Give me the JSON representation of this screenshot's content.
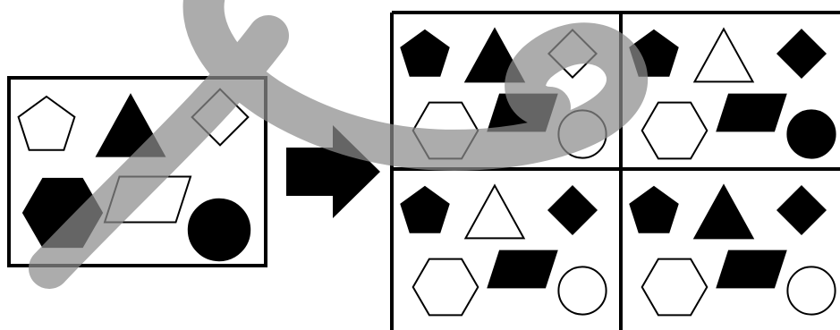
{
  "puzzle": {
    "question_panel": {
      "shapes": [
        {
          "kind": "pentagon",
          "fill": "outline"
        },
        {
          "kind": "triangle",
          "fill": "solid"
        },
        {
          "kind": "diamond",
          "fill": "outline"
        },
        {
          "kind": "hexagon",
          "fill": "solid"
        },
        {
          "kind": "parallelogram",
          "fill": "outline"
        },
        {
          "kind": "circle",
          "fill": "solid"
        }
      ]
    },
    "arrow": {
      "direction": "right",
      "fill": "solid"
    },
    "options": [
      {
        "shapes": [
          {
            "kind": "pentagon",
            "fill": "solid"
          },
          {
            "kind": "triangle",
            "fill": "solid"
          },
          {
            "kind": "diamond",
            "fill": "outline"
          },
          {
            "kind": "hexagon",
            "fill": "outline"
          },
          {
            "kind": "parallelogram",
            "fill": "solid"
          },
          {
            "kind": "circle",
            "fill": "outline"
          }
        ]
      },
      {
        "shapes": [
          {
            "kind": "pentagon",
            "fill": "solid"
          },
          {
            "kind": "triangle",
            "fill": "outline"
          },
          {
            "kind": "diamond",
            "fill": "solid"
          },
          {
            "kind": "hexagon",
            "fill": "outline"
          },
          {
            "kind": "parallelogram",
            "fill": "solid"
          },
          {
            "kind": "circle",
            "fill": "solid"
          }
        ]
      },
      {
        "shapes": [
          {
            "kind": "pentagon",
            "fill": "solid"
          },
          {
            "kind": "triangle",
            "fill": "outline"
          },
          {
            "kind": "diamond",
            "fill": "solid"
          },
          {
            "kind": "hexagon",
            "fill": "outline"
          },
          {
            "kind": "parallelogram",
            "fill": "solid"
          },
          {
            "kind": "circle",
            "fill": "outline"
          }
        ]
      },
      {
        "shapes": [
          {
            "kind": "pentagon",
            "fill": "solid"
          },
          {
            "kind": "triangle",
            "fill": "solid"
          },
          {
            "kind": "diamond",
            "fill": "solid"
          },
          {
            "kind": "hexagon",
            "fill": "outline"
          },
          {
            "kind": "parallelogram",
            "fill": "solid"
          },
          {
            "kind": "circle",
            "fill": "outline"
          }
        ]
      }
    ],
    "watermark": {
      "shape": "brush-stroke-arrow",
      "color": "#8c8c8c"
    }
  }
}
